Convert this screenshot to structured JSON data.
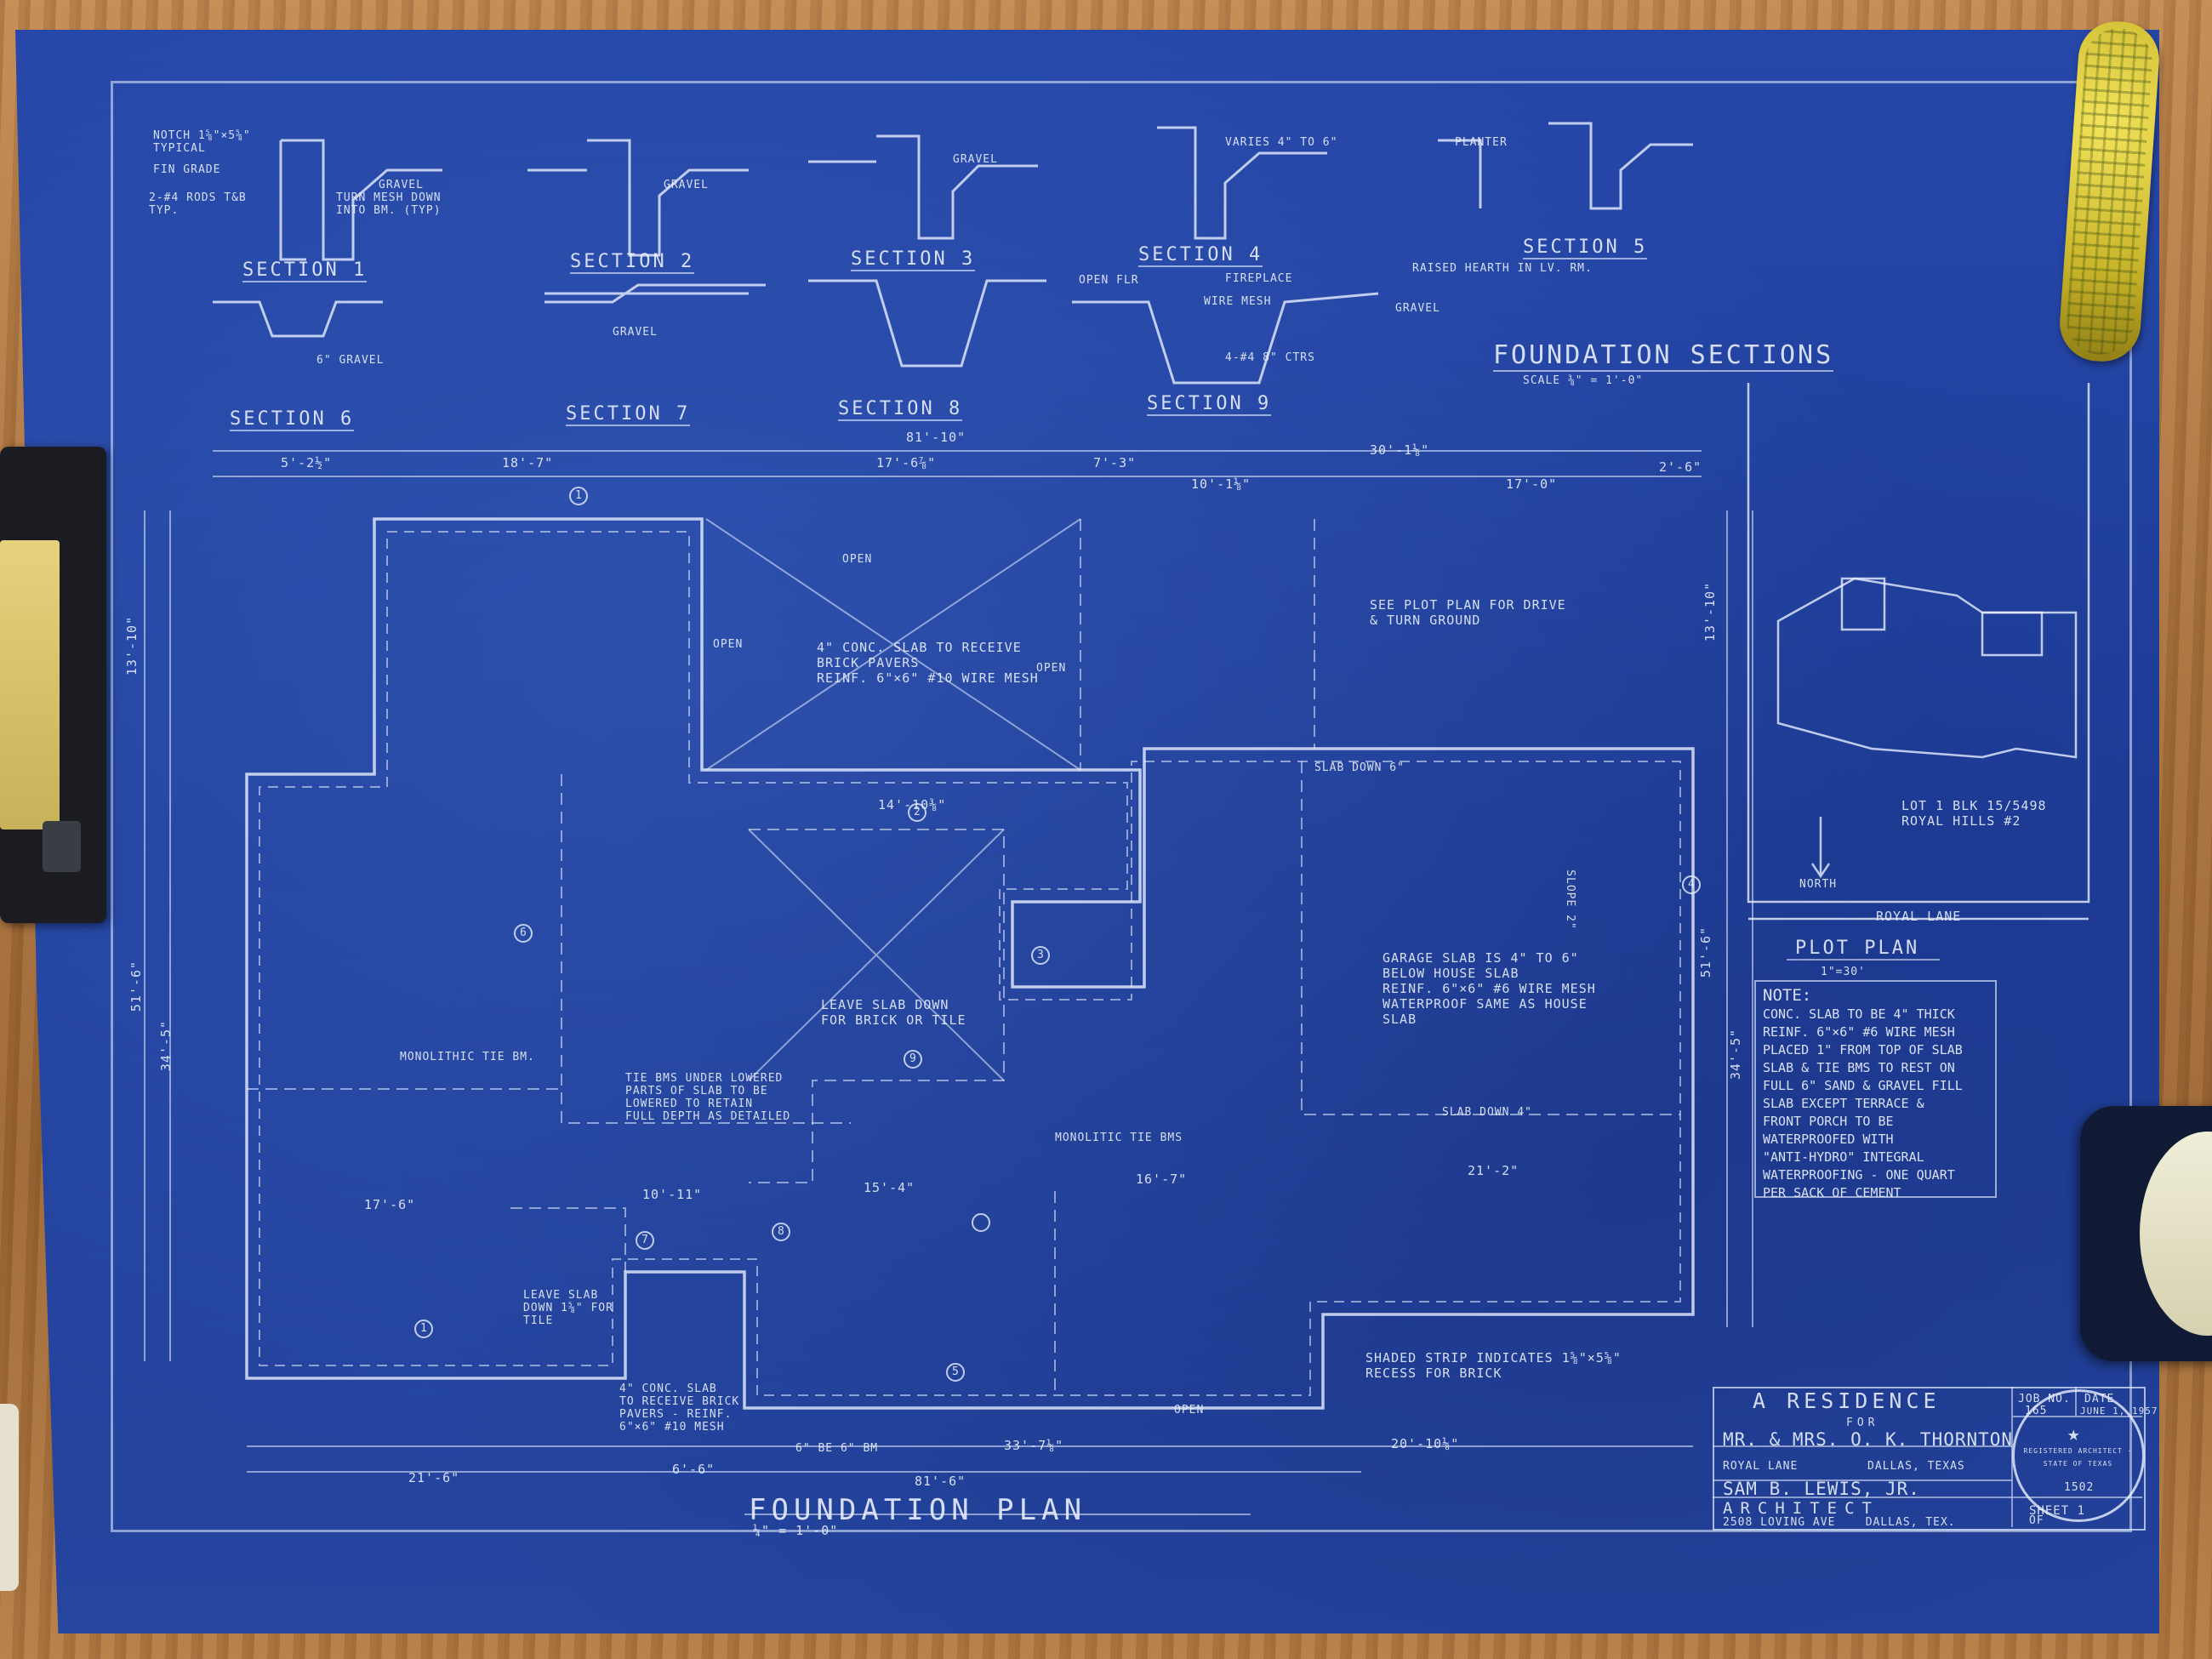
{
  "sections": {
    "s1": "SECTION 1",
    "s2": "SECTION 2",
    "s3": "SECTION 3",
    "s4": "SECTION 4",
    "s5": "SECTION 5",
    "s6": "SECTION 6",
    "s7": "SECTION 7",
    "s8": "SECTION 8",
    "s9": "SECTION 9"
  },
  "section_notes": {
    "notch": "NOTCH 1⅝\"×5⅝\"\nTYPICAL",
    "fin_grade": "FIN GRADE",
    "rods": "2-#4 RODS T&B\nTYP.",
    "turn_mesh": "TURN MESH DOWN\nINTO BM. (TYP)",
    "gravel": "GRAVEL",
    "varies": "VARIES 4\" TO 6\"",
    "planter": "PLANTER",
    "fireplace": "FIREPLACE",
    "wire_mesh": "WIRE MESH",
    "open_flr": "OPEN FLR",
    "raised_hearth": "RAISED HEARTH IN LV. RM.",
    "six_gravel": "6\" GRAVEL",
    "ctrs": "4-#4 8\" CTRS"
  },
  "foundation_sections_title": "FOUNDATION SECTIONS",
  "foundation_sections_scale": "SCALE ⅜\" = 1'-0\"",
  "dimensions": {
    "overall_top": "81'-10\"",
    "d1": "5'-2½\"",
    "d2": "18'-7\"",
    "d3": "17'-6⅞\"",
    "d4": "7'-3\"",
    "d5": "30'-1⅛\"",
    "d6": "2'-6\"",
    "d7": "10'-1⅛\"",
    "d8": "17'-0\"",
    "left1": "13'-10\"",
    "left2": "51'-6\"",
    "left3": "34'-5\"",
    "d_14": "14'-10⅜\"",
    "d_17": "17'-6\"",
    "d_15": "15'-4\"",
    "d_16": "16'-7\"",
    "d_21": "21'-2\"",
    "d_10": "10'-11\"",
    "bottom1": "21'-6\"",
    "bottom2": "6'-6\"",
    "bottom3": "81'-6\"",
    "bottom4": "33'-7⅛\"",
    "bottom5": "20'-10⅛\"",
    "right1": "13'-10\"",
    "right2": "51'-6\"",
    "right3": "34'-5\""
  },
  "plan_notes": {
    "open": "OPEN",
    "conc_slab": "4\" CONC. SLAB TO RECEIVE\nBRICK PAVERS\nREINF. 6\"×6\" #10 WIRE MESH",
    "see_plot": "SEE PLOT PLAN FOR DRIVE\n& TURN GROUND",
    "leave_slab": "LEAVE SLAB DOWN\nFOR BRICK OR TILE",
    "tie_bms": "TIE BMS UNDER LOWERED\nPARTS OF SLAB TO BE\nLOWERED TO RETAIN\nFULL DEPTH AS DETAILED",
    "monolithic1": "MONOLITHIC TIE BM.",
    "monolithic2": "MONOLITIC TIE BMS",
    "garage": "GARAGE SLAB IS 4\" TO 6\"\nBELOW HOUSE SLAB\nREINF. 6\"×6\" #6 WIRE MESH\nWATERPROOF SAME AS HOUSE\nSLAB",
    "slab_down6": "SLAB DOWN 6\"",
    "slab_down4": "SLAB DOWN 4\"",
    "slope": "SLOPE 2\"",
    "leave_slab2": "LEAVE SLAB\nDOWN 1⅝\" FOR\nTILE",
    "conc_slab2": "4\" CONC. SLAB\nTO RECEIVE BRICK\nPAVERS - REINF.\n6\"×6\" #10 MESH",
    "shaded": "SHADED STRIP INDICATES 1⅝\"×5⅝\"\nRECESS FOR BRICK",
    "open_bottom": "OPEN",
    "beam": "6\" BE 6\" BM"
  },
  "foundation_plan_title": "FOUNDATION PLAN",
  "foundation_plan_scale": "¼\" = 1'-0\"",
  "plot_plan": {
    "title": "PLOT PLAN",
    "scale": "1\"=30'",
    "lot": "LOT 1 BLK 15/5498\nROYAL HILLS #2",
    "north": "NORTH",
    "street": "ROYAL LANE"
  },
  "note": {
    "heading": "NOTE:",
    "body": "CONC. SLAB TO BE 4\" THICK\nREINF. 6\"×6\" #6 WIRE MESH\nPLACED 1\" FROM TOP OF SLAB\nSLAB & TIE BMS TO REST ON\nFULL 6\" SAND & GRAVEL FILL\nSLAB EXCEPT TERRACE &\nFRONT PORCH TO BE\nWATERPROOFED WITH\n\"ANTI-HYDRO\" INTEGRAL\nWATERPROOFING - ONE QUART\nPER SACK OF CEMENT"
  },
  "title_block": {
    "residence": "A RESIDENCE",
    "for": "FOR",
    "client": "MR. & MRS. O. K. THORNTON",
    "street": "ROYAL LANE",
    "city": "DALLAS, TEXAS",
    "architect": "SAM B. LEWIS, JR.",
    "role": "ARCHITECT",
    "address": "2508 LOVING AVE    DALLAS, TEX.",
    "job_label": "JOB NO.",
    "job_no": "165",
    "date_label": "DATE",
    "date": "JUNE 1, 1957",
    "sheet": "SHEET 1",
    "of": "OF",
    "seal_text": "REGISTERED ARCHITECT · STATE OF TEXAS",
    "seal_no": "1502"
  },
  "grid_marks": [
    "1",
    "2",
    "3",
    "4",
    "5",
    "6",
    "7",
    "8",
    "9"
  ]
}
